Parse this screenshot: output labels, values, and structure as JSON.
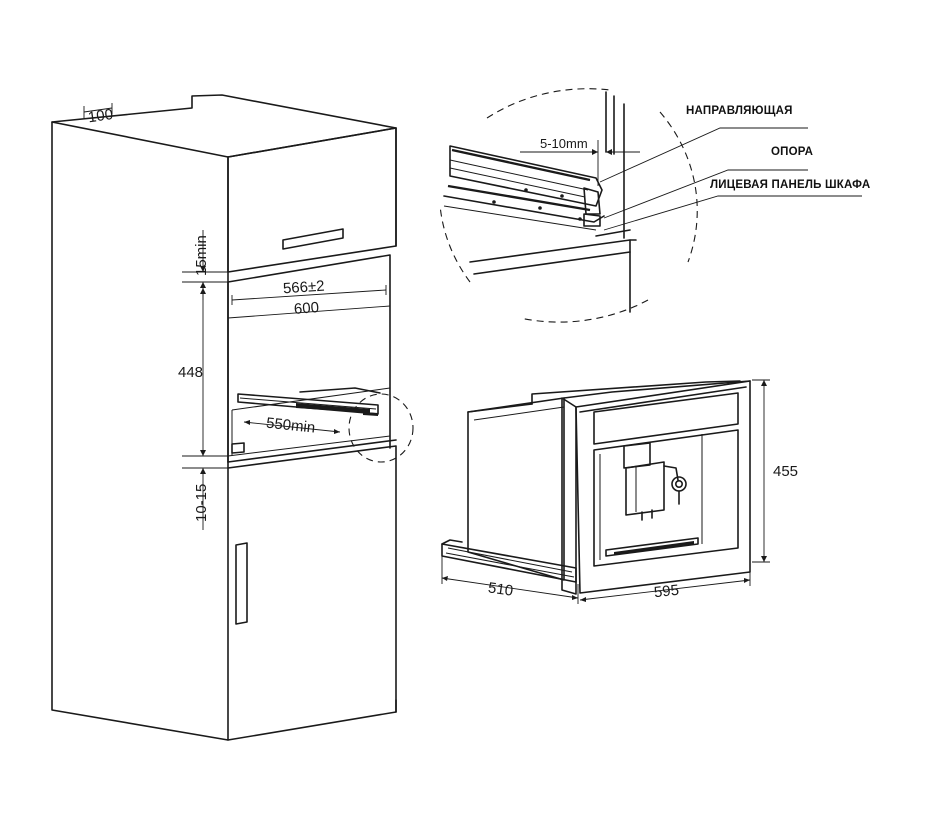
{
  "dimensions": {
    "top_gap": "100",
    "gap_above": "15min",
    "inner_width": "566±2",
    "outer_width": "600",
    "niche_height": "448",
    "shelf_depth": "550min",
    "gap_below": "10-15",
    "rail_offset": "5-10mm",
    "machine_depth": "510",
    "machine_width": "595",
    "machine_height": "455"
  },
  "labels": {
    "guide": "НАПРАВЛЯЮЩАЯ",
    "support": "ОПОРА",
    "front_panel": "ЛИЦЕВАЯ ПАНЕЛЬ ШКАФА"
  }
}
